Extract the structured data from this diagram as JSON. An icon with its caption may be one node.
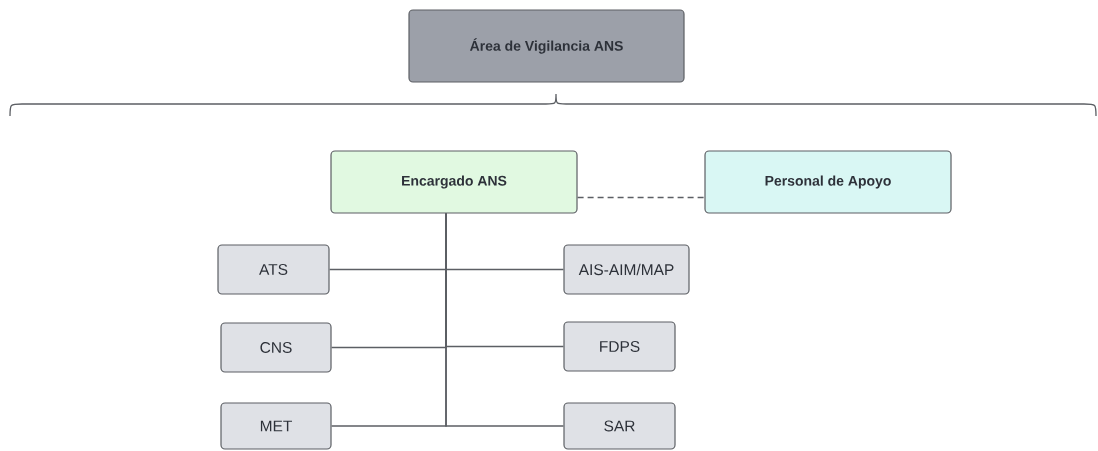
{
  "diagram": {
    "nodes": [
      {
        "text": [
          "Área de Vigilancia ANS"
        ]
      },
      {
        "text": [
          "Encargado ANS"
        ]
      },
      {
        "text": [
          "Personal de Apoyo"
        ]
      },
      {
        "text": [
          "ATS"
        ]
      },
      {
        "text": [
          "AIS-AIM/MAP"
        ]
      },
      {
        "text": [
          "CNS"
        ]
      },
      {
        "text": [
          "FDPS"
        ]
      },
      {
        "text": [
          "MET"
        ]
      },
      {
        "text": [
          "SAR"
        ]
      }
    ],
    "edges": [
      {
        "from": 1,
        "to": 2,
        "arrow": "none",
        "style": "dashed"
      },
      {
        "from": 1,
        "to": 3,
        "arrow": "none"
      },
      {
        "from": 1,
        "to": 4,
        "arrow": "none"
      },
      {
        "from": 1,
        "to": 5,
        "arrow": "none"
      },
      {
        "from": 1,
        "to": 6,
        "arrow": "none"
      },
      {
        "from": 1,
        "to": 7,
        "arrow": "none"
      },
      {
        "from": 1,
        "to": 8,
        "arrow": "none"
      }
    ]
  }
}
